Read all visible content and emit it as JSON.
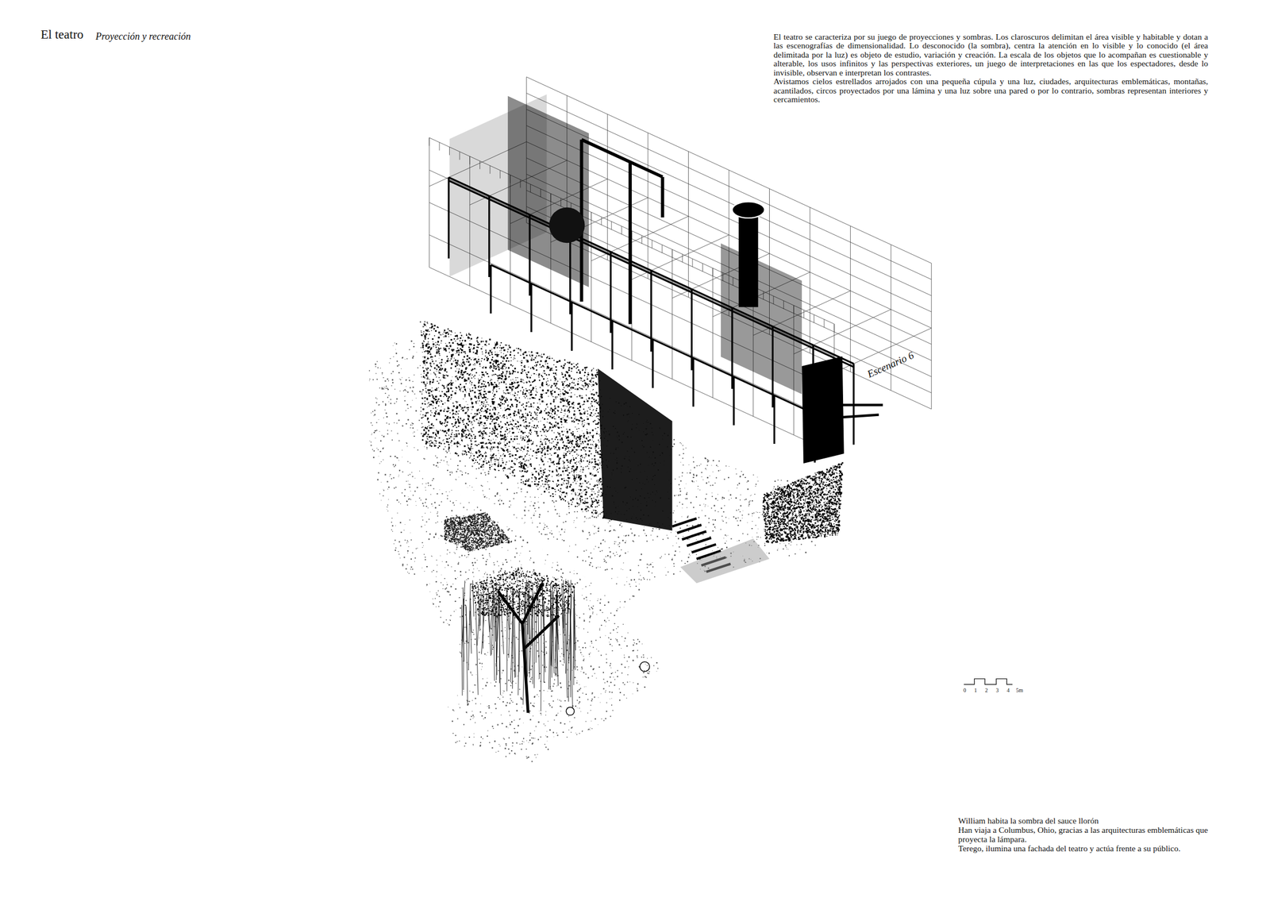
{
  "diagram": {
    "title": "El teatro",
    "labels": [
      "Proyección y recreación",
      "El teatro se caracteriza por su juego de proyecciones y sombras. Los claroscuros delimitan el área visible y habitable y dotan a las escenografías de dimensionalidad. Lo desconocido (la sombra), centra la atención en lo visible y lo conocido (el área delimitada por la luz) es objeto de estudio, variación y creación. La escala de los objetos que lo acompañan es cuestionable y alterable, los usos infinitos y las perspectivas exteriores, un juego de interpretaciones en las que los espectadores, desde lo invisible, observan e interpretan los contrastes.",
      "Avistamos cielos estrellados arrojados con una pequeña cúpula y una luz, ciudades, arquitecturas emblemáticas, montañas, acantilados, circos proyectados por una lámina y una luz sobre una pared o por lo contrario, sombras representan interiores y cercamientos.",
      "Escenario 6",
      "0",
      "1",
      "2",
      "3",
      "4",
      "5m",
      "William habita la sombra del sauce llorón",
      "Han viaja a Columbus, Ohio, gracias a las arquitecturas emblemáticas que proyecta la lámpara.",
      "Terego, ilumina una fachada del teatro y actúa frente a su público."
    ]
  }
}
